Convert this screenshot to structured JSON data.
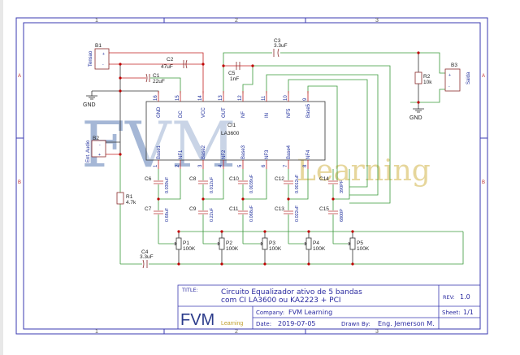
{
  "sheet": {
    "column_labels": [
      "1",
      "2",
      "3"
    ],
    "row_labels": [
      "A",
      "B"
    ],
    "colors": {
      "border": "#3a3ab0",
      "wire_power": "#c02020",
      "wire_signal": "#3a9a3a",
      "wire_gnd": "#333333",
      "junction": "#c00000",
      "pin_text": "#1a2a9a",
      "watermark_fvm": "#8fa6cc",
      "watermark_learning": "#e2cf8a"
    }
  },
  "watermark": {
    "brand": "FVM",
    "sub": "Learning"
  },
  "ic": {
    "ref": "CI1",
    "part": "LA3600",
    "top_pins": [
      {
        "num": "16",
        "name": "GND"
      },
      {
        "num": "15",
        "name": "DC"
      },
      {
        "num": "14",
        "name": "VCC"
      },
      {
        "num": "13",
        "name": "OUT"
      },
      {
        "num": "12",
        "name": "NF"
      },
      {
        "num": "11",
        "name": "IN"
      },
      {
        "num": "10",
        "name": "NF5"
      },
      {
        "num": "9",
        "name": "Base5"
      }
    ],
    "bottom_pins": [
      {
        "num": "1",
        "name": "Base1"
      },
      {
        "num": "2",
        "name": "NF1"
      },
      {
        "num": "3",
        "name": "Base2"
      },
      {
        "num": "4",
        "name": "NF2"
      },
      {
        "num": "5",
        "name": "Base3"
      },
      {
        "num": "6",
        "name": "NF3"
      },
      {
        "num": "7",
        "name": "Base4"
      },
      {
        "num": "8",
        "name": "NF4"
      }
    ]
  },
  "connectors": {
    "B1": {
      "ref": "B1",
      "label": "Tensao",
      "plus": "+",
      "minus": "-"
    },
    "B2": {
      "ref": "B2",
      "label": "Ent. Audio",
      "plus": "+",
      "minus": "-"
    },
    "B3": {
      "ref": "B3",
      "label": "Saida",
      "plus": "+",
      "minus": "-"
    }
  },
  "gnd_labels": [
    "GND",
    "GND"
  ],
  "components": {
    "C1": {
      "ref": "C1",
      "value": "22uF"
    },
    "C2": {
      "ref": "C2",
      "value": "47uF"
    },
    "C3": {
      "ref": "C3",
      "value": "3.3uF"
    },
    "C4": {
      "ref": "C4",
      "value": "3.3uF"
    },
    "C5": {
      "ref": "C5",
      "value": "1nF"
    },
    "R1": {
      "ref": "R1",
      "value": "4.7k"
    },
    "R2": {
      "ref": "R2",
      "value": "10k"
    }
  },
  "bands": [
    {
      "top_ref": "C6",
      "top_val": "0.039uF",
      "bot_ref": "C7",
      "bot_val": "0.68uF",
      "pot_ref": "P1",
      "pot_val": "100K"
    },
    {
      "top_ref": "C8",
      "top_val": "0.012uF",
      "bot_ref": "C9",
      "bot_val": "0.22uF",
      "pot_ref": "P2",
      "pot_val": "100K"
    },
    {
      "top_ref": "C10",
      "top_val": "0.0039uF",
      "bot_ref": "C11",
      "bot_val": "0.068uF",
      "pot_ref": "P3",
      "pot_val": "100K"
    },
    {
      "top_ref": "C12",
      "top_val": "0.0012uF",
      "bot_ref": "C13",
      "bot_val": "0.022uF",
      "pot_ref": "P4",
      "pot_val": "100K"
    },
    {
      "top_ref": "C14",
      "top_val": "390PF",
      "bot_ref": "C15",
      "bot_val": "6800P",
      "pot_ref": "P5",
      "pot_val": "100K"
    }
  ],
  "title_block": {
    "title_label": "TITLE:",
    "title_line1": "Circuito Equalizador ativo de 5 bandas",
    "title_line2": "com CI LA3600 ou KA2223 + PCI",
    "rev_label": "REV:",
    "rev_value": "1.0",
    "logo_main": "FVM",
    "logo_sub": "Learning",
    "company_label": "Company:",
    "company_value": "FVM Learning",
    "sheet_label": "Sheet:",
    "sheet_value": "1/1",
    "date_label": "Date:",
    "date_value": "2019-07-05",
    "drawn_label": "Drawn By:",
    "drawn_value": "Eng. Jemerson M."
  }
}
